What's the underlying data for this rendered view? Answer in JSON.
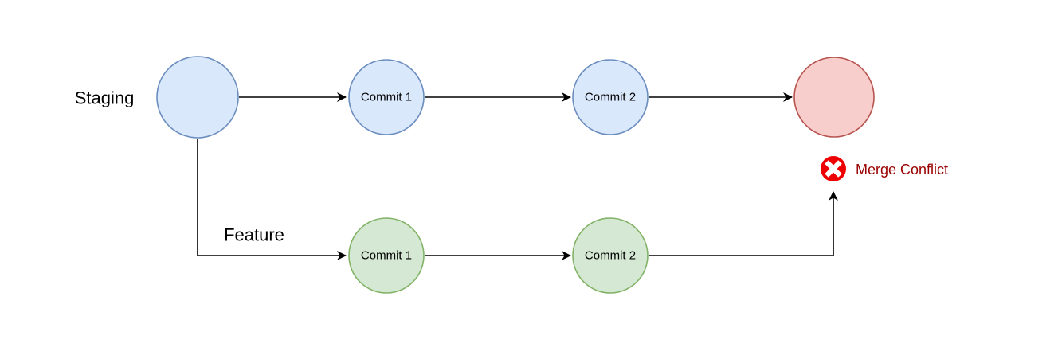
{
  "diagram": {
    "type": "git-branch-flowchart",
    "background": "#ffffff",
    "branches": {
      "staging": {
        "label": "Staging"
      },
      "feature": {
        "label": "Feature"
      }
    },
    "nodes": {
      "staging_start": {
        "label": "",
        "branch": "staging"
      },
      "staging_commit1": {
        "label": "Commit 1",
        "branch": "staging"
      },
      "staging_commit2": {
        "label": "Commit 2",
        "branch": "staging"
      },
      "merge_result": {
        "label": "",
        "branch": "staging"
      },
      "feature_commit1": {
        "label": "Commit 1",
        "branch": "feature"
      },
      "feature_commit2": {
        "label": "Commit 2",
        "branch": "feature"
      }
    },
    "edges": [
      {
        "from": "staging_start",
        "to": "staging_commit1"
      },
      {
        "from": "staging_commit1",
        "to": "staging_commit2"
      },
      {
        "from": "staging_commit2",
        "to": "merge_result"
      },
      {
        "from": "staging_start",
        "to": "feature_commit1"
      },
      {
        "from": "feature_commit1",
        "to": "feature_commit2"
      },
      {
        "from": "feature_commit2",
        "to": "error_badge"
      }
    ],
    "annotation": {
      "icon": "error-cross-icon",
      "label": "Merge Conflict"
    },
    "colors": {
      "staging_fill": "#dae8fc",
      "staging_stroke": "#6c8ebf",
      "feature_fill": "#d5e8d4",
      "feature_stroke": "#82b366",
      "merge_fill": "#f8cecc",
      "merge_stroke": "#b85450",
      "error_icon": "#ee0000",
      "conflict_text": "#990000",
      "edge": "#000000"
    }
  }
}
